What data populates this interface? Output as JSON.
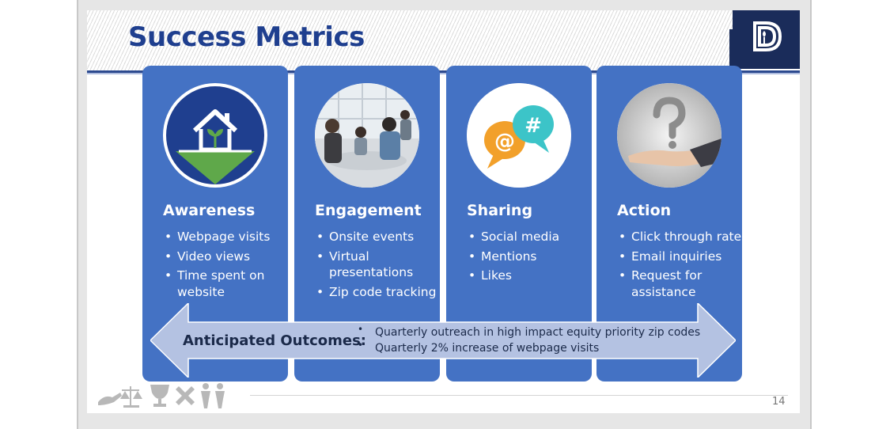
{
  "slide": {
    "title": "Success Metrics",
    "page_number": "14"
  },
  "colors": {
    "title": "#1f3f8f",
    "card": "#4472c4",
    "arrow": "#b4c2e2",
    "logo_bg": "#1a2c5a"
  },
  "icons": {
    "logo": "department-logo-icon",
    "awareness": "house-sprout-icon",
    "engagement": "meeting-photo",
    "sharing": "speech-bubbles-icon",
    "action": "question-mark-hand-photo",
    "footer": "equity-symbols-icon"
  },
  "cards": [
    {
      "title": "Awareness",
      "items": [
        "Webpage visits",
        "Video views",
        "Time spent on website"
      ]
    },
    {
      "title": "Engagement",
      "items": [
        "Onsite events",
        "Virtual presentations",
        "Zip code tracking"
      ]
    },
    {
      "title": "Sharing",
      "items": [
        "Social media",
        "Mentions",
        "Likes"
      ]
    },
    {
      "title": "Action",
      "items": [
        "Click through rates",
        "Email inquiries",
        "Request for assistance"
      ]
    }
  ],
  "sharing_symbols": {
    "at": "@",
    "hash": "#"
  },
  "outcomes": {
    "label": "Anticipated Outcomes:",
    "items": [
      "Quarterly outreach in high impact equity priority zip codes",
      "Quarterly 2% increase of webpage visits"
    ]
  }
}
